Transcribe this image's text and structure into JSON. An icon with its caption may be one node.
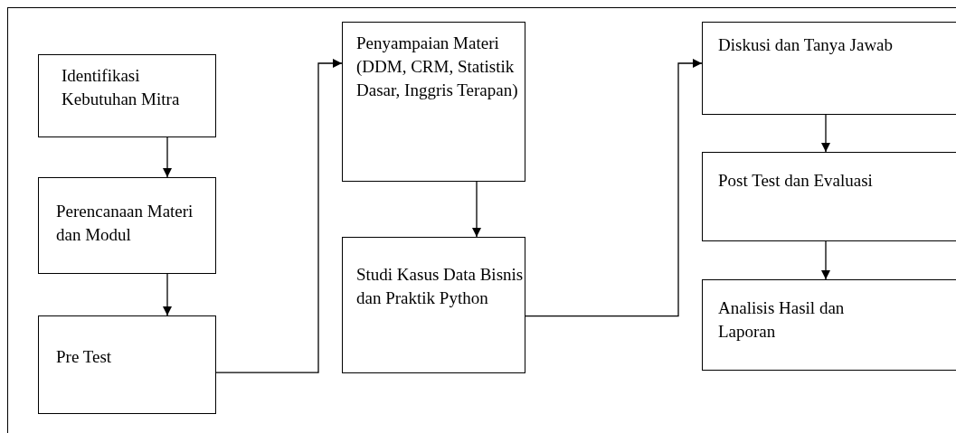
{
  "diagram": {
    "nodes": [
      {
        "text": [
          "Identifikasi Kebutuhan Mitra"
        ]
      },
      {
        "text": [
          "Perencanaan Materi dan Modul"
        ]
      },
      {
        "text": [
          "Pre Test"
        ]
      },
      {
        "text": [
          "Penyampaian Materi (DDM, CRM, Statistik Dasar, Inggris Terapan)"
        ]
      },
      {
        "text": [
          "Studi Kasus Data Bisnis dan Praktik Python"
        ]
      },
      {
        "text": [
          "Diskusi dan Tanya Jawab"
        ]
      },
      {
        "text": [
          "Post Test dan Evaluasi"
        ]
      },
      {
        "text": [
          "Analisis Hasil dan Laporan"
        ]
      }
    ],
    "edges": [
      {
        "from": 0,
        "to": 1,
        "arrow": "to"
      },
      {
        "from": 1,
        "to": 2,
        "arrow": "to"
      },
      {
        "from": 2,
        "to": 3,
        "arrow": "to"
      },
      {
        "from": 3,
        "to": 4,
        "arrow": "to"
      },
      {
        "from": 4,
        "to": 5,
        "arrow": "to"
      },
      {
        "from": 5,
        "to": 6,
        "arrow": "to"
      },
      {
        "from": 6,
        "to": 7,
        "arrow": "to"
      }
    ]
  }
}
